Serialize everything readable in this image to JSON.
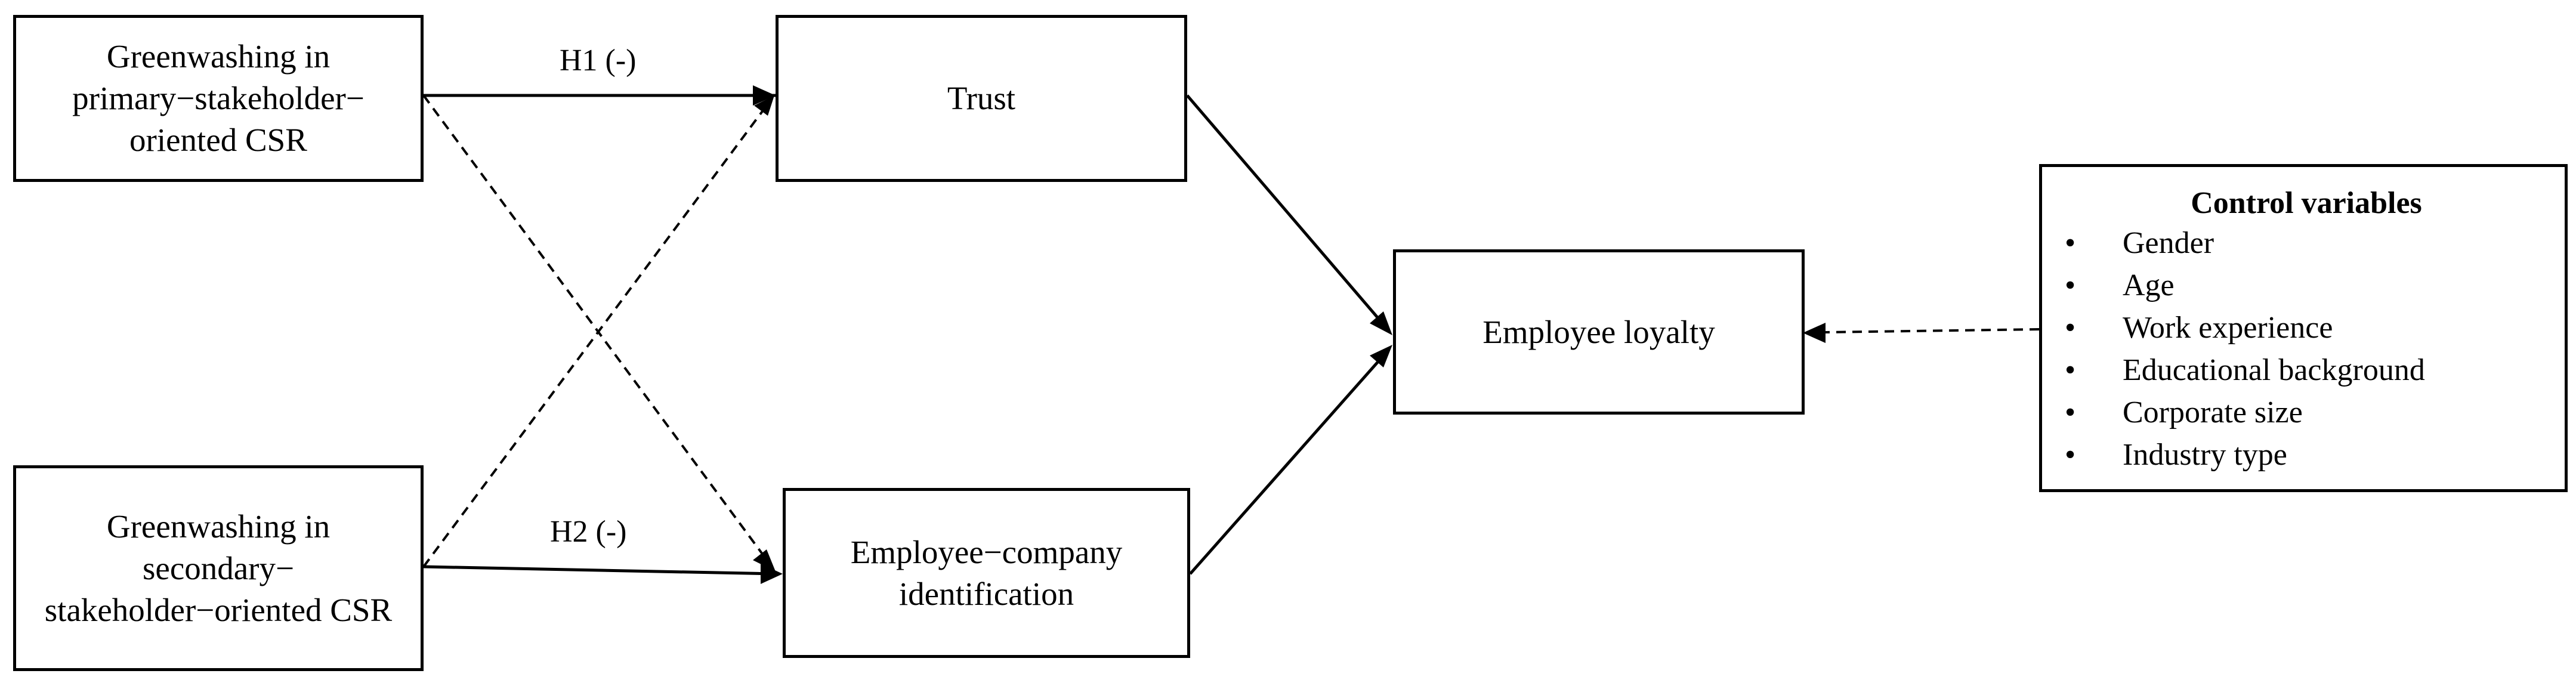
{
  "boxes": {
    "gw_primary": "Greenwashing in primary−stakeholder− oriented CSR",
    "gw_secondary": "Greenwashing in secondary− stakeholder−oriented CSR",
    "trust": "Trust",
    "identification": "Employee−company identification",
    "loyalty": "Employee loyalty"
  },
  "hypotheses": {
    "h1": "H1 (-)",
    "h2": "H2 (-)"
  },
  "controls": {
    "title": "Control variables",
    "bullet": "•",
    "items": [
      "Gender",
      "Age",
      "Work experience",
      "Educational background",
      "Corporate size",
      "Industry type"
    ]
  },
  "connections": [
    {
      "from": "gw_primary",
      "to": "trust",
      "style": "solid",
      "label": "h1"
    },
    {
      "from": "gw_primary",
      "to": "identification",
      "style": "dashed"
    },
    {
      "from": "gw_secondary",
      "to": "trust",
      "style": "dashed"
    },
    {
      "from": "gw_secondary",
      "to": "identification",
      "style": "solid",
      "label": "h2"
    },
    {
      "from": "trust",
      "to": "loyalty",
      "style": "solid"
    },
    {
      "from": "identification",
      "to": "loyalty",
      "style": "solid"
    },
    {
      "from": "controls",
      "to": "loyalty",
      "style": "dashed"
    }
  ]
}
